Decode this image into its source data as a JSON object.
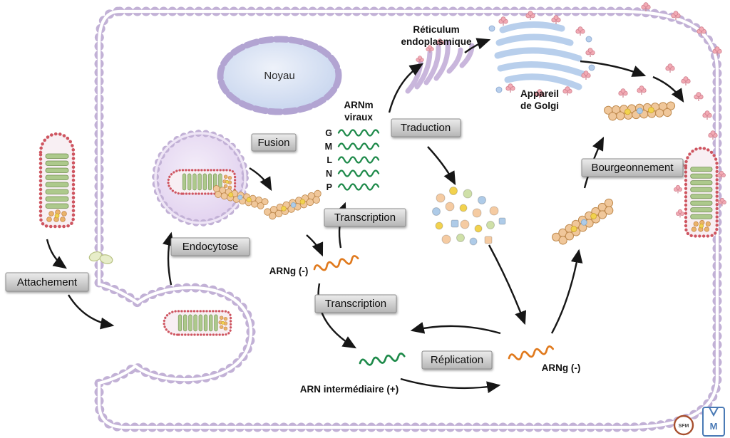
{
  "labels": {
    "attachement": "Attachement",
    "endocytose": "Endocytose",
    "fusion": "Fusion",
    "transcription_upper": "Transcription",
    "transcription_lower": "Transcription",
    "traduction": "Traduction",
    "replication": "Réplication",
    "bourgeonnement": "Bourgeonnement"
  },
  "texts": {
    "noyau": "Noyau",
    "arnm_line1": "ARNm",
    "arnm_line2": "viraux",
    "genes": [
      "G",
      "M",
      "L",
      "N",
      "P"
    ],
    "arng_upper": "ARNg (-)",
    "arng_lower": "ARNg (-)",
    "arn_intermediaire": "ARN intermédiaire (+)",
    "reticulum_line1": "Réticulum",
    "reticulum_line2": "endoplasmique",
    "golgi_line1": "Appareil",
    "golgi_line2": "de Golgi"
  },
  "logos": {
    "sfm": "SFM",
    "publisher": "M"
  },
  "colors": {
    "membrane": "#c2b1d6",
    "nucleus_fill": "#c7d5ef",
    "rna_positive_green": "#1e8a4a",
    "rna_negative_orange": "#e07a1e",
    "spike_red": "#cf5560",
    "capsid_orange": "#f0c79a",
    "golgi_blue": "#b8cfec",
    "er_purple": "#c9b6dc",
    "glycoprotein_pink": "#f2aab4",
    "label_box_gray": "#c9c9c9",
    "arrow_black": "#161616"
  }
}
